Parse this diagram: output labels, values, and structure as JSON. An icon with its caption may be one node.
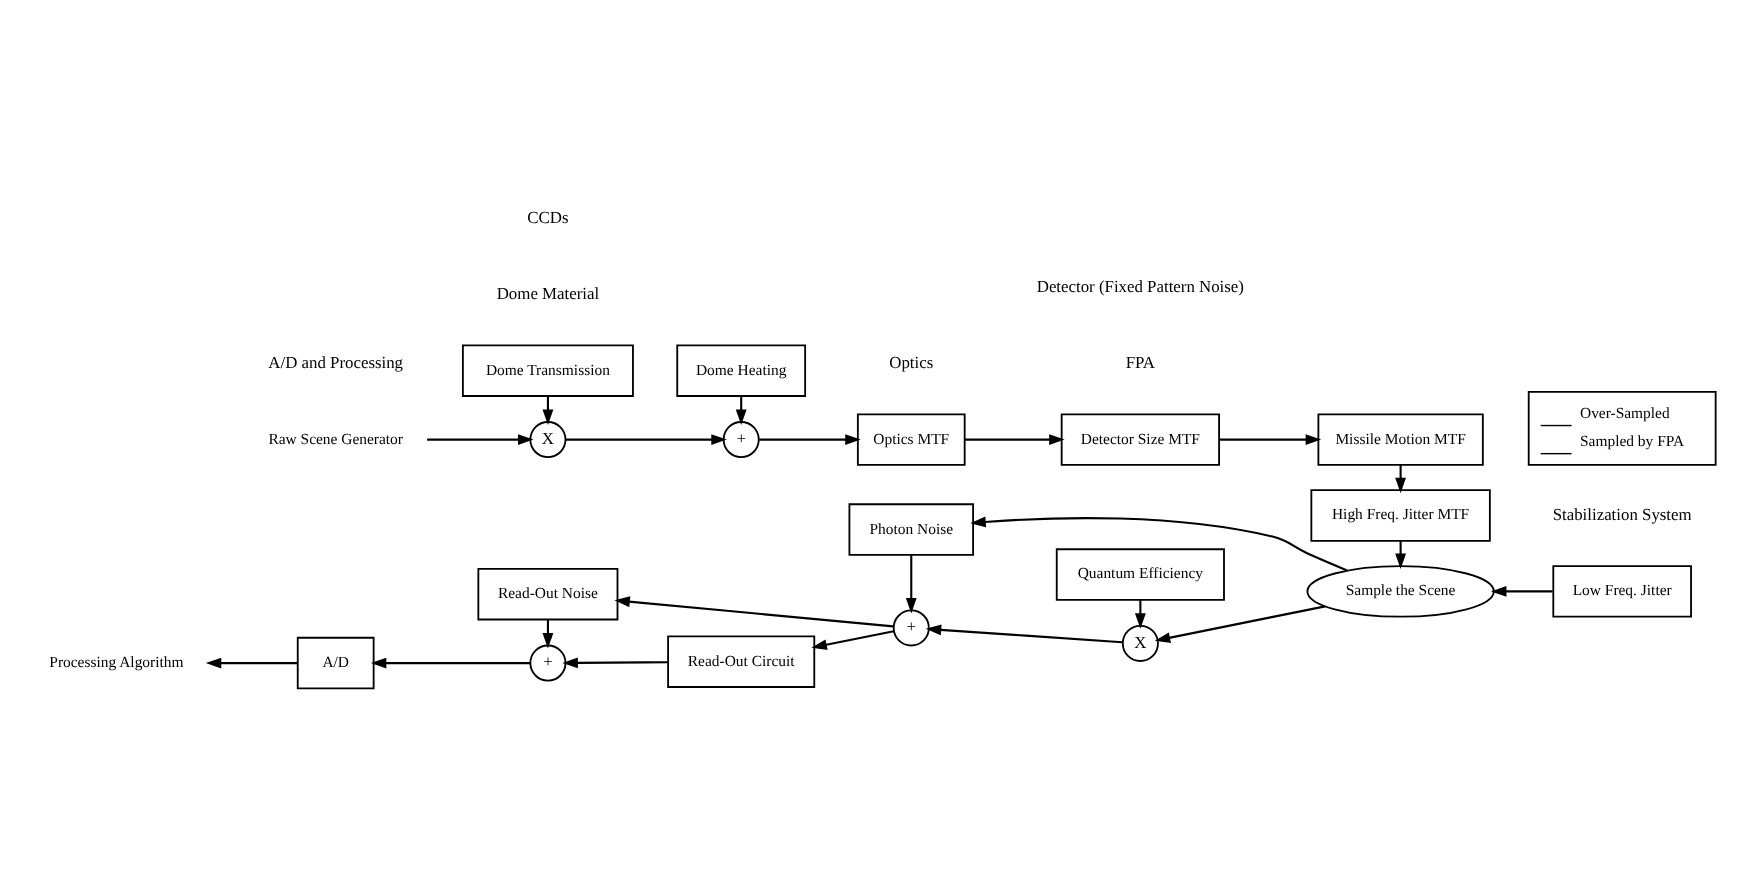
{
  "diagram": {
    "nodes": [
      {
        "text": [
          "Raw Scene Generator"
        ]
      },
      {
        "text": [
          "X"
        ]
      },
      {
        "text": [
          "Dome Transmission"
        ]
      },
      {
        "text": [
          "Dome Heating"
        ]
      },
      {
        "text": [
          "+"
        ]
      },
      {
        "text": [
          "Optics MTF"
        ]
      },
      {
        "text": [
          "Detector Size MTF"
        ]
      },
      {
        "text": [
          "Missile Motion MTF"
        ]
      },
      {
        "text": [
          "High Freq. Jitter MTF"
        ]
      },
      {
        "text": [
          "Sample the Scene"
        ]
      },
      {
        "text": [
          "Low Freq. Jitter"
        ]
      },
      {
        "text": [
          "Photon Noise"
        ]
      },
      {
        "text": [
          "X"
        ]
      },
      {
        "text": [
          "Quantum Efficiency"
        ]
      },
      {
        "text": [
          "+"
        ]
      },
      {
        "text": [
          "Read-Out Noise"
        ]
      },
      {
        "text": [
          "Read-Out Circuit"
        ]
      },
      {
        "text": [
          "+"
        ]
      },
      {
        "text": [
          "A/D"
        ]
      },
      {
        "text": [
          "Processing Algorithm"
        ]
      }
    ],
    "edges": [
      {
        "from": 0,
        "to": 1,
        "arrow": "to"
      },
      {
        "from": 2,
        "to": 1,
        "arrow": "to"
      },
      {
        "from": 1,
        "to": 4,
        "arrow": "to"
      },
      {
        "from": 3,
        "to": 4,
        "arrow": "to"
      },
      {
        "from": 4,
        "to": 5,
        "arrow": "to"
      },
      {
        "from": 5,
        "to": 6,
        "arrow": "to"
      },
      {
        "from": 6,
        "to": 7,
        "arrow": "to"
      },
      {
        "from": 7,
        "to": 8,
        "arrow": "to"
      },
      {
        "from": 8,
        "to": 9,
        "arrow": "to"
      },
      {
        "from": 10,
        "to": 9,
        "arrow": "to"
      },
      {
        "from": 9,
        "to": 11,
        "arrow": "to"
      },
      {
        "from": 9,
        "to": 12,
        "arrow": "to"
      },
      {
        "from": 13,
        "to": 12,
        "arrow": "to"
      },
      {
        "from": 12,
        "to": 14,
        "arrow": "to"
      },
      {
        "from": 11,
        "to": 14,
        "arrow": "to"
      },
      {
        "from": 14,
        "to": 16,
        "arrow": "to"
      },
      {
        "from": 14,
        "to": 15,
        "arrow": "to"
      },
      {
        "from": 16,
        "to": 17,
        "arrow": "to"
      },
      {
        "from": 15,
        "to": 17,
        "arrow": "to"
      },
      {
        "from": 17,
        "to": 18,
        "arrow": "to"
      },
      {
        "from": 18,
        "to": 19,
        "arrow": "to"
      }
    ],
    "labels": [
      "Dome Material",
      "Optics",
      "FPA",
      "Stabilization System",
      "A/D and Processing",
      "CCDs",
      "Detector (Fixed Pattern Noise)"
    ],
    "legend": [
      {
        "text": "Over-Sampled"
      },
      {
        "text": "Sampled by FPA"
      }
    ]
  }
}
